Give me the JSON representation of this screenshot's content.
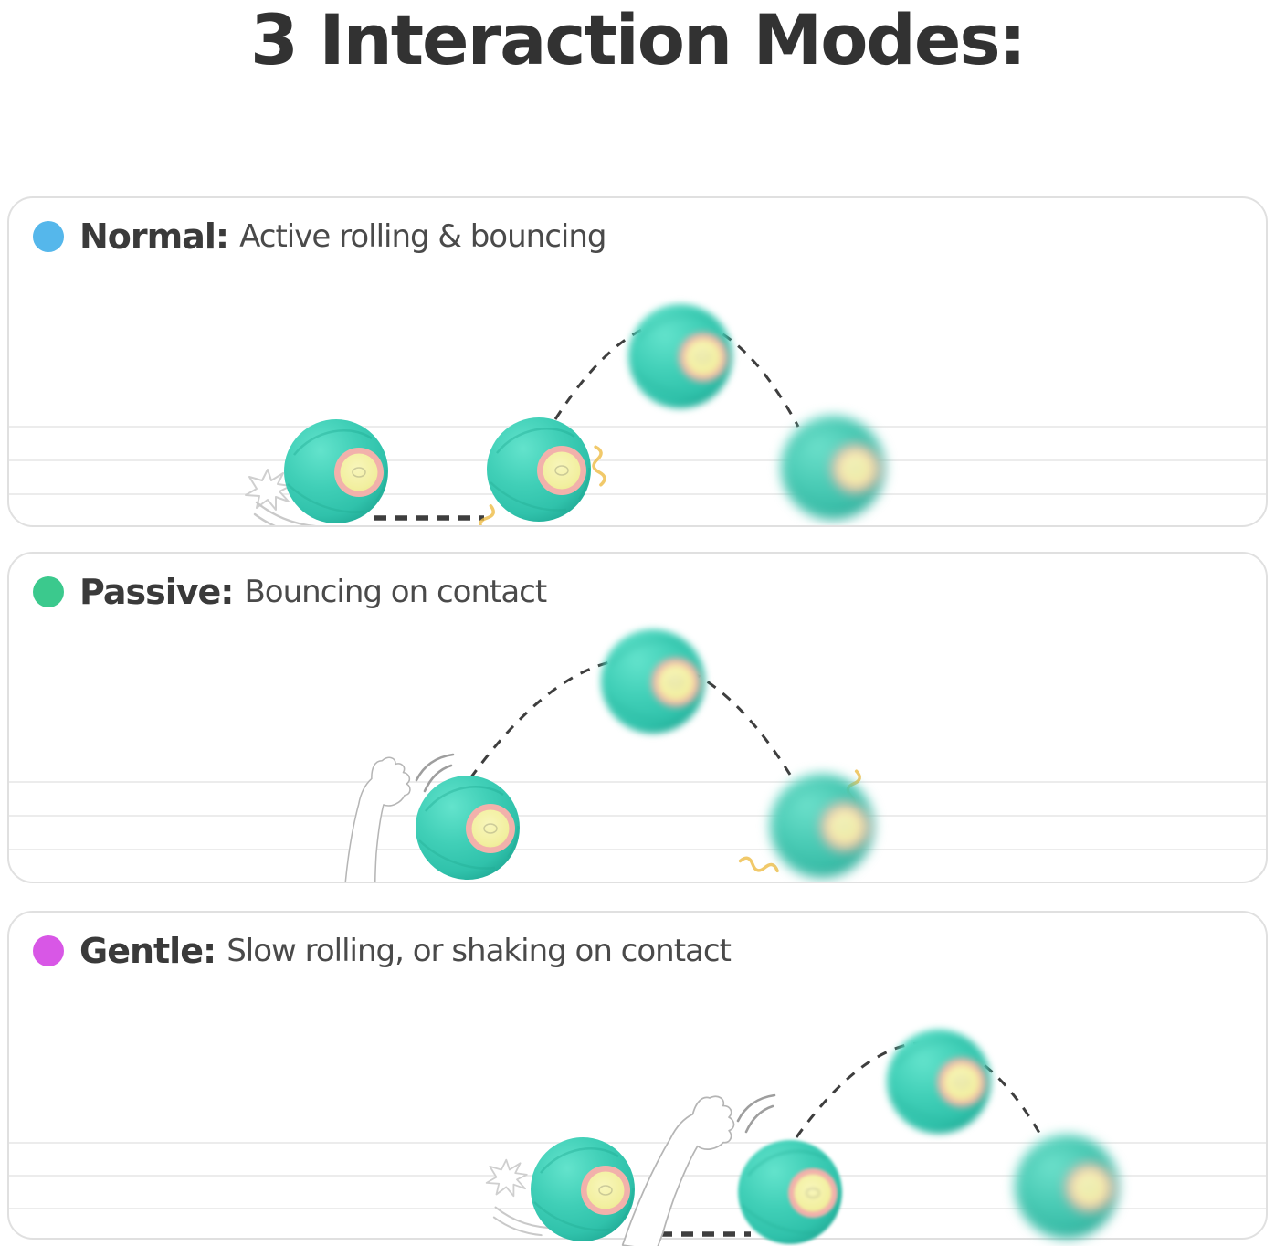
{
  "title": "3 Interaction Modes:",
  "panels": [
    {
      "mode": "Normal:",
      "description": "Active rolling & bouncing",
      "dot_color": "#55b7eb"
    },
    {
      "mode": "Passive:",
      "description": "Bouncing on contact",
      "dot_color": "#3bc98d"
    },
    {
      "mode": "Gentle:",
      "description": "Slow rolling, or shaking on contact",
      "dot_color": "#d857e6"
    }
  ],
  "colors": {
    "background": "#ffffff",
    "title_text": "#323232",
    "mode_label_text": "#3a3a3a",
    "mode_desc_text": "#4a4a4a",
    "panel_border": "#e0e0e0",
    "floor_line": "#ececec",
    "trajectory_dash": "#3e3e3e",
    "ball_teal": "#3fceb6",
    "ball_teal_dark": "#21ab96",
    "ball_ring_pink": "#f2b1ab",
    "ball_center_yellow": "#f2ef9f",
    "vibration_amber": "#eebc45",
    "sketch_gray": "#b5b5b5"
  },
  "icons": {
    "mode_dot": "mode-color-dot",
    "ball": "smart-ball",
    "paw": "cat-paw-icon",
    "poof": "impact-poof-icon",
    "swoosh": "motion-swoosh-icon",
    "flick": "paw-flick-lines-icon",
    "vibration": "vibration-squiggle-icon",
    "trajectory": "bounce-trajectory-dashed",
    "roll_path": "roll-path-dashed",
    "floor_line": "floor-line"
  }
}
